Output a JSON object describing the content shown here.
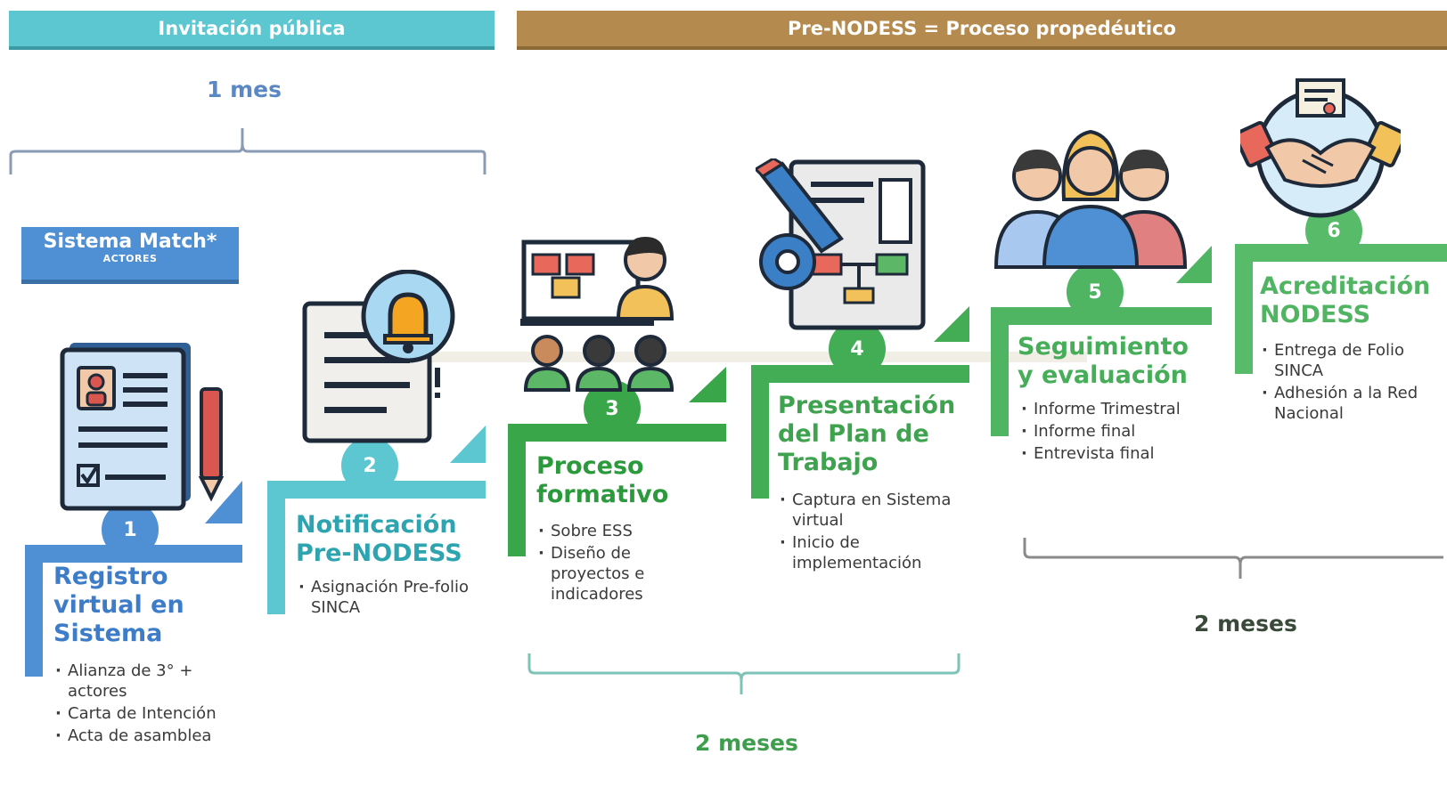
{
  "banners": {
    "invitacion": "Invitación pública",
    "prenodess": "Pre-NODESS = Proceso propedéutico"
  },
  "durations": {
    "top": "1 mes",
    "bottom_left": "2 meses",
    "bottom_right": "2 meses"
  },
  "match": {
    "title": "Sistema Match*",
    "subtitle": "ACTORES"
  },
  "steps": [
    {
      "number": "1",
      "title": [
        "Registro",
        "virtual en",
        "Sistema"
      ],
      "items": [
        "Alianza de 3° + actores",
        "Carta de Intención",
        "Acta de asamblea"
      ],
      "color": "#4f8fd3",
      "icon": "document-form-icon"
    },
    {
      "number": "2",
      "title": [
        "Notificación",
        "Pre-NODESS"
      ],
      "items": [
        "Asignación Pre-folio SINCA"
      ],
      "color": "#5cc7d0",
      "icon": "notification-bell-icon"
    },
    {
      "number": "3",
      "title": [
        "Proceso",
        "formativo"
      ],
      "items": [
        "Sobre ESS",
        "Diseño de proyectos e indicadores"
      ],
      "color": "#39a64a",
      "icon": "training-presentation-icon"
    },
    {
      "number": "4",
      "title": [
        "Presentación",
        "del Plan de",
        "Trabajo"
      ],
      "items": [
        "Captura en Sistema virtual",
        "Inicio de implementación"
      ],
      "color": "#43ad55",
      "icon": "plan-document-icon"
    },
    {
      "number": "5",
      "title": [
        "Seguimiento",
        "y evaluación"
      ],
      "items": [
        "Informe Trimestral",
        "Informe final",
        "Entrevista final"
      ],
      "color": "#4fb562",
      "icon": "team-people-icon"
    },
    {
      "number": "6",
      "title": [
        "Acreditación",
        "NODESS"
      ],
      "items": [
        "Entrega de Folio SINCA",
        "Adhesión a la Red Nacional"
      ],
      "color": "#58bb6a",
      "icon": "handshake-certificate-icon"
    }
  ]
}
